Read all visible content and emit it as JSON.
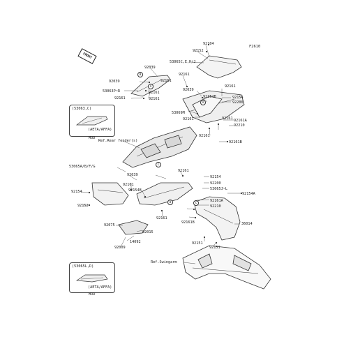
{
  "figure_code": "F2610",
  "front_label": "FRONT",
  "labels": {
    "l92104": "92104",
    "l92152_top": "92152",
    "l53065ce": "53065C,E,H/J",
    "l92161_a": "92161",
    "l92039_a": "92039",
    "l92039_b": "92039",
    "l53063pr": "53063P~R",
    "l92161_b": "92161",
    "l92161_c": "92161",
    "l92161_d": "92161",
    "l92161_e": "92161",
    "l92039_c": "92039",
    "l92161_f": "92161",
    "l92154b_a": "92154B",
    "l92154_a": "92154",
    "l92200_a": "92200",
    "l53069m": "53069M",
    "l92161_g": "92161",
    "l92161_h": "92161",
    "l92161a_a": "92161A",
    "l92210_a": "92210",
    "l92161_i": "92161",
    "l92161b_a": "92161B",
    "ref_fender": "Ref.Rear fender(s)",
    "l53065abfg": "53065A/B/F/G",
    "l92039_d": "92039",
    "l92161_j": "92161",
    "l92154_b": "92154",
    "l92200_b": "92200",
    "l53065jl": "53065J~L",
    "l92154a": "92154A",
    "l92161_k": "92161",
    "l92154b_b": "92154B",
    "l92154_c": "92154",
    "l92161a_b": "92161A",
    "l92210_b": "92210",
    "l92152_b": "92152",
    "l92161b_b": "92161B",
    "l92075": "92075",
    "l92015": "92015",
    "l92161_l": "92161",
    "l14092": "14092",
    "l92009": "92009",
    "l36014": "36014",
    "l92151_a": "92151",
    "l92151_b": "92151",
    "ref_swingarm": "Ref.Swingarm"
  },
  "callouts": {
    "a": "A",
    "b": "B",
    "c": "C"
  },
  "inset_top": {
    "code": "(53063,C)",
    "note": "(AETA/AFFA)",
    "sub": "MOD"
  },
  "inset_bottom": {
    "code": "(53065L,D)",
    "note": "(AETA/AFFA)",
    "sub": "MOD"
  }
}
